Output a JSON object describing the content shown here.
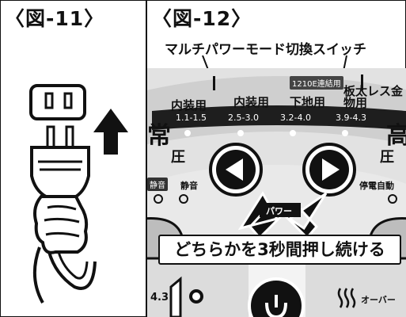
{
  "figures": {
    "fig11": {
      "label": "〈図-11〉"
    },
    "fig12": {
      "label": "〈図-12〉",
      "callout": "マルチパワーモード切換スイッチ",
      "badge": "1210E連結用",
      "modes": [
        {
          "name": "内装用",
          "range": "1.1-1.5"
        },
        {
          "name": "内装用",
          "range": "2.5-3.0"
        },
        {
          "name": "下地用",
          "range": "3.2-4.0"
        },
        {
          "name": "板太レス金物用",
          "range": "3.9-4.3"
        }
      ],
      "left_big": "常",
      "right_big": "高",
      "left_atsu": "圧",
      "right_atsu": "圧",
      "quiet_badge": "静音",
      "quiet_label": "静音",
      "power_outage": "停電自動",
      "power_label": "パワー",
      "overheat": "オーバー",
      "level_value": "4.3",
      "instruction": "どちらかを3秒間押し続ける"
    }
  },
  "colors": {
    "panel_bg": "#d9d9d9",
    "dark_band": "#1e1e1e",
    "button_black": "#111111"
  }
}
